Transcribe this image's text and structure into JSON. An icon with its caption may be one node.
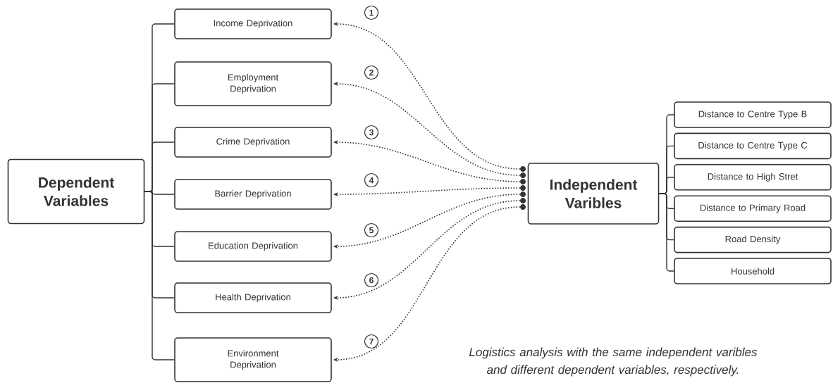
{
  "diagram": {
    "caption": "Logistics analysis with the same independent varibles and different dependent variables, respectively.",
    "nodes": [
      {
        "text": [
          "Dependent Variables"
        ]
      },
      {
        "text": [
          "Income Deprivation"
        ]
      },
      {
        "text": [
          "Employment Deprivation"
        ]
      },
      {
        "text": [
          "Crime Deprivation"
        ]
      },
      {
        "text": [
          "Barrier Deprivation"
        ]
      },
      {
        "text": [
          "Education Deprivation"
        ]
      },
      {
        "text": [
          "Health Deprivation"
        ]
      },
      {
        "text": [
          "Environment Deprivation"
        ]
      },
      {
        "text": [],
        "shape": "circle"
      },
      {
        "text": [],
        "shape": "circle"
      },
      {
        "text": [],
        "shape": "circle"
      },
      {
        "text": [],
        "shape": "circle"
      },
      {
        "text": [],
        "shape": "circle"
      },
      {
        "text": [],
        "shape": "circle"
      },
      {
        "text": [],
        "shape": "circle"
      },
      {
        "text": [
          "Independent Varibles"
        ]
      },
      {
        "text": [
          "Distance to Centre Type B"
        ]
      },
      {
        "text": [
          "Distance to Centre Type C"
        ]
      },
      {
        "text": [
          "Distance to High Stret"
        ]
      },
      {
        "text": [
          "Distance to Primary Road"
        ]
      },
      {
        "text": [
          "Road Density"
        ]
      },
      {
        "text": [
          "Household"
        ]
      }
    ],
    "edges": [
      {
        "from": 0,
        "to": 1,
        "arrow": "none"
      },
      {
        "from": 0,
        "to": 2,
        "arrow": "none"
      },
      {
        "from": 0,
        "to": 3,
        "arrow": "none"
      },
      {
        "from": 0,
        "to": 4,
        "arrow": "none"
      },
      {
        "from": 0,
        "to": 5,
        "arrow": "none"
      },
      {
        "from": 0,
        "to": 6,
        "arrow": "none"
      },
      {
        "from": 0,
        "to": 7,
        "arrow": "none"
      },
      {
        "from": 15,
        "to": 16,
        "arrow": "none"
      },
      {
        "from": 15,
        "to": 17,
        "arrow": "none"
      },
      {
        "from": 15,
        "to": 18,
        "arrow": "none"
      },
      {
        "from": 15,
        "to": 19,
        "arrow": "none"
      },
      {
        "from": 15,
        "to": 20,
        "arrow": "none"
      },
      {
        "from": 15,
        "to": 21,
        "arrow": "none"
      },
      {
        "from": 8,
        "to": 1,
        "arrow": "to",
        "style": "dashed",
        "label": "1"
      },
      {
        "from": 9,
        "to": 2,
        "arrow": "to",
        "style": "dashed",
        "label": "2"
      },
      {
        "from": 10,
        "to": 3,
        "arrow": "to",
        "style": "dashed",
        "label": "3"
      },
      {
        "from": 11,
        "to": 4,
        "arrow": "to",
        "style": "dashed",
        "label": "4"
      },
      {
        "from": 12,
        "to": 5,
        "arrow": "to",
        "style": "dashed",
        "label": "5"
      },
      {
        "from": 13,
        "to": 6,
        "arrow": "to",
        "style": "dashed",
        "label": "6"
      },
      {
        "from": 14,
        "to": 7,
        "arrow": "to",
        "style": "dashed",
        "label": "7"
      }
    ]
  }
}
